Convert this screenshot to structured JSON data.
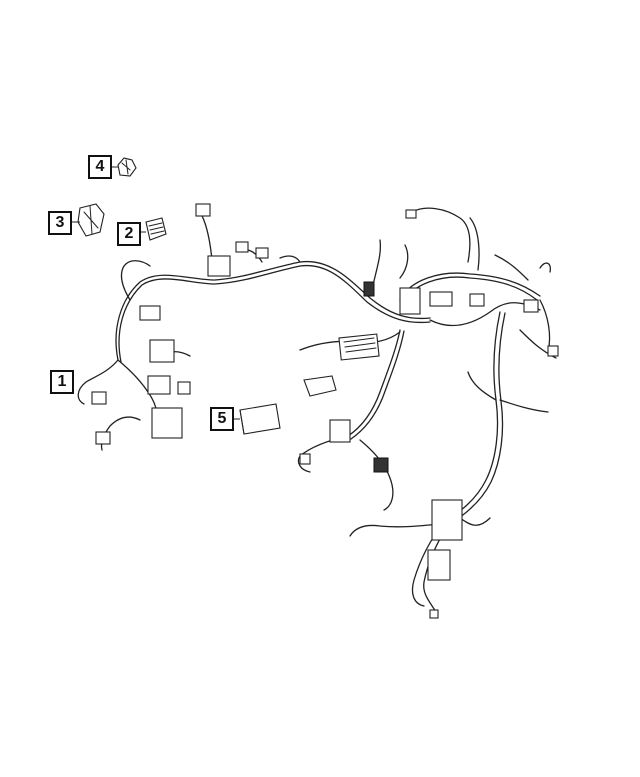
{
  "callouts": [
    {
      "id": "callout-1",
      "label": "1"
    },
    {
      "id": "callout-2",
      "label": "2"
    },
    {
      "id": "callout-3",
      "label": "3"
    },
    {
      "id": "callout-4",
      "label": "4"
    },
    {
      "id": "callout-5",
      "label": "5"
    }
  ],
  "colors": {
    "line": "#222222",
    "background": "#ffffff"
  }
}
